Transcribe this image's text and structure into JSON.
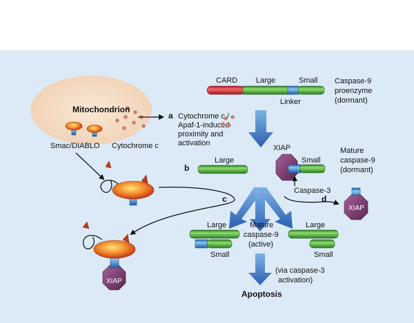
{
  "labels": {
    "mitochondrion": "Mitochondrion",
    "smac": "Smac/DIABLO",
    "cytochrome_c": "Cytochrome c",
    "card": "CARD",
    "large": "Large",
    "small": "Small",
    "linker": "Linker",
    "caspase9_pro": [
      "Caspase-9",
      "proenzyme",
      "(dormant)"
    ],
    "step_a_text": [
      "Cytochrome c /",
      "Apaf-1-induced",
      "proximity and",
      "activation"
    ],
    "xiap": "XIAP",
    "mature_dormant": [
      "Mature",
      "caspase-9",
      "(dormant)"
    ],
    "caspase3": "Caspase-3",
    "mature_active": [
      "Mature",
      "caspase-9",
      "(active)"
    ],
    "via": [
      "(via caspase-3",
      "activation)"
    ],
    "apoptosis": "Apoptosis"
  },
  "steps": {
    "a": "a",
    "b": "b",
    "c": "c",
    "d": "d"
  },
  "colors": {
    "background_panel": "#dbeaf6",
    "mitochondrion": "#f6e1c8",
    "card_red": "#d9333b",
    "large_green": "#3fa53a",
    "linker_blue": "#3b8fd6",
    "xiap_purple": "#7b3c6d",
    "blue_arrow": "#3f76c2",
    "cytochrome_dot": "#c98072",
    "smac_orange": "#e2582a"
  }
}
